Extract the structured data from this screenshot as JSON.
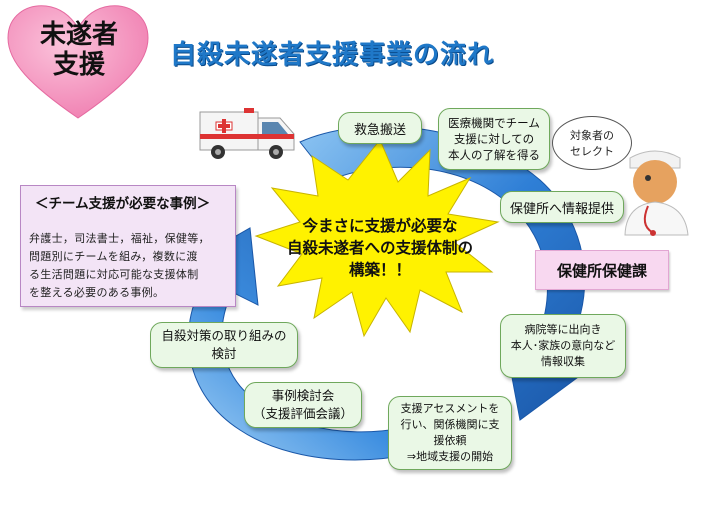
{
  "badge": {
    "text": "未遂者\n支援"
  },
  "title": "自殺未遂者支援事業の流れ",
  "center_message": "今まさに支援が必要な\n自殺未遂者への支援体制の\n構築！！",
  "boxes": {
    "ambulance_transport": "救急搬送",
    "hospital_consent": "医療機関でチーム\n支援に対しての\n本人の了解を得る",
    "info_to_health_center": "保健所へ情報提供",
    "hospital_visit": "病院等に出向き\n本人･家族の意向など\n情報収集",
    "assessment": "支援アセスメントを\n行い、関係機関に支\n援依頼\n⇒地域支援の開始",
    "case_meeting": "事例検討会\n（支援評価会議）",
    "suicide_measures": "自殺対策の取り組みの\n検討"
  },
  "health_center_label": "保健所保健課",
  "target_selection": "対象者の\nセレクト",
  "note": {
    "title": "＜チーム支援が必要な事例＞",
    "body": "弁護士，司法書士，福祉，保健等，\n問題別にチームを組み，複数に渡\nる生活問題に対応可能な支援体制\nを整える必要のある事例。"
  },
  "colors": {
    "arrow": "#2f7fd6",
    "title": "#1f78c8",
    "star": "#fff200",
    "heart": "#f59ac2",
    "box_border": "#6fa85c"
  }
}
